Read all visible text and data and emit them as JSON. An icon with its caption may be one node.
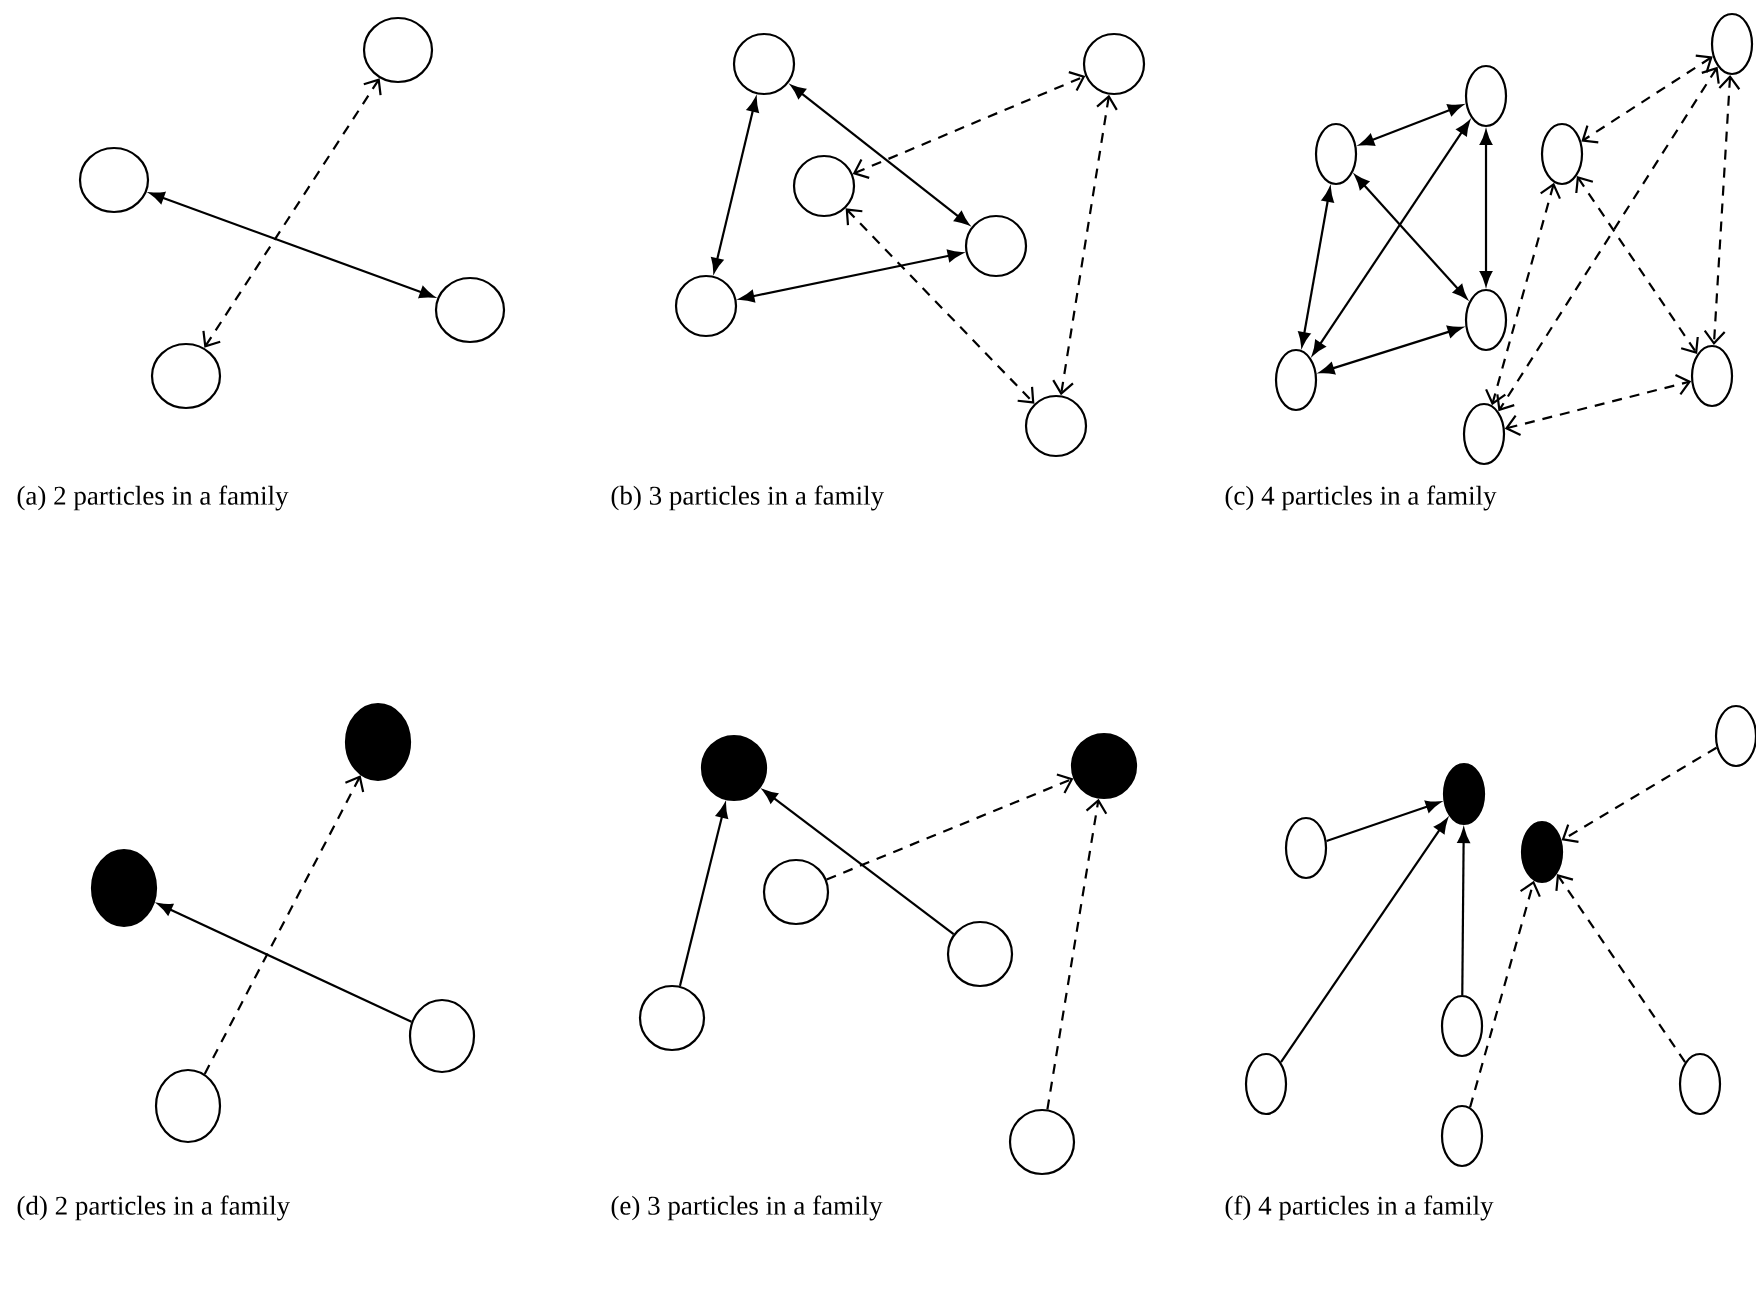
{
  "diagram": {
    "nodes": [
      {
        "text": [],
        "shape": "circle"
      },
      {
        "text": [],
        "shape": "circle"
      },
      {
        "text": [],
        "shape": "circle"
      },
      {
        "text": [],
        "shape": "circle"
      },
      {
        "text": [],
        "shape": "circle"
      },
      {
        "text": [],
        "shape": "circle"
      },
      {
        "text": [],
        "shape": "circle"
      },
      {
        "text": [],
        "shape": "circle"
      },
      {
        "text": [],
        "shape": "circle"
      },
      {
        "text": [],
        "shape": "circle"
      },
      {
        "text": [],
        "shape": "circle"
      },
      {
        "text": [],
        "shape": "circle"
      },
      {
        "text": [],
        "shape": "circle"
      },
      {
        "text": [],
        "shape": "circle"
      },
      {
        "text": [],
        "shape": "circle"
      },
      {
        "text": [],
        "shape": "circle"
      },
      {
        "text": [],
        "shape": "circle"
      },
      {
        "text": [],
        "shape": "circle"
      },
      {
        "text": [],
        "shape": "disc"
      },
      {
        "text": [],
        "shape": "disc"
      },
      {
        "text": [],
        "shape": "circle"
      },
      {
        "text": [],
        "shape": "circle"
      },
      {
        "text": [],
        "shape": "disc"
      },
      {
        "text": [],
        "shape": "disc"
      },
      {
        "text": [],
        "shape": "circle"
      },
      {
        "text": [],
        "shape": "circle"
      },
      {
        "text": [],
        "shape": "circle"
      },
      {
        "text": [],
        "shape": "circle"
      },
      {
        "text": [],
        "shape": "circle"
      },
      {
        "text": [],
        "shape": "disc"
      },
      {
        "text": [],
        "shape": "circle"
      },
      {
        "text": [],
        "shape": "disc"
      },
      {
        "text": [],
        "shape": "circle"
      },
      {
        "text": [],
        "shape": "circle"
      },
      {
        "text": [],
        "shape": "circle"
      },
      {
        "text": [],
        "shape": "circle"
      }
    ],
    "edges": [
      {
        "from": 1,
        "to": 2,
        "arrow": "both"
      },
      {
        "from": 0,
        "to": 3,
        "arrow": "both",
        "style": "dashed"
      },
      {
        "from": 4,
        "to": 8,
        "arrow": "both"
      },
      {
        "from": 4,
        "to": 7,
        "arrow": "both"
      },
      {
        "from": 8,
        "to": 7,
        "arrow": "both"
      },
      {
        "from": 6,
        "to": 5,
        "arrow": "both",
        "style": "dashed"
      },
      {
        "from": 6,
        "to": 9,
        "arrow": "both",
        "style": "dashed"
      },
      {
        "from": 5,
        "to": 9,
        "arrow": "both",
        "style": "dashed"
      },
      {
        "from": 12,
        "to": 11,
        "arrow": "both"
      },
      {
        "from": 12,
        "to": 16,
        "arrow": "both"
      },
      {
        "from": 12,
        "to": 14,
        "arrow": "both"
      },
      {
        "from": 16,
        "to": 11,
        "arrow": "both"
      },
      {
        "from": 11,
        "to": 14,
        "arrow": "both"
      },
      {
        "from": 16,
        "to": 14,
        "arrow": "both"
      },
      {
        "from": 10,
        "to": 13,
        "arrow": "both",
        "style": "dashed"
      },
      {
        "from": 13,
        "to": 15,
        "arrow": "both",
        "style": "dashed"
      },
      {
        "from": 10,
        "to": 15,
        "arrow": "both",
        "style": "dashed"
      },
      {
        "from": 10,
        "to": 17,
        "arrow": "both",
        "style": "dashed"
      },
      {
        "from": 13,
        "to": 17,
        "arrow": "both",
        "style": "dashed"
      },
      {
        "from": 17,
        "to": 15,
        "arrow": "both",
        "style": "dashed"
      },
      {
        "from": 20,
        "to": 19,
        "arrow": "to"
      },
      {
        "from": 21,
        "to": 18,
        "arrow": "to",
        "style": "dashed"
      },
      {
        "from": 26,
        "to": 22,
        "arrow": "to"
      },
      {
        "from": 25,
        "to": 22,
        "arrow": "to"
      },
      {
        "from": 24,
        "to": 23,
        "arrow": "to",
        "style": "dashed"
      },
      {
        "from": 27,
        "to": 23,
        "arrow": "to",
        "style": "dashed"
      },
      {
        "from": 30,
        "to": 29,
        "arrow": "to"
      },
      {
        "from": 33,
        "to": 29,
        "arrow": "to"
      },
      {
        "from": 32,
        "to": 29,
        "arrow": "to"
      },
      {
        "from": 28,
        "to": 31,
        "arrow": "to",
        "style": "dashed"
      },
      {
        "from": 35,
        "to": 31,
        "arrow": "to",
        "style": "dashed"
      },
      {
        "from": 34,
        "to": 31,
        "arrow": "to",
        "style": "dashed"
      }
    ],
    "labels": [
      "(a) 2 particles in a family",
      "(b) 3 particles in a family",
      "(c) 4 particles in a family",
      "(d) 2 particles in a family",
      "(e) 3 particles in a family",
      "(f) 4 particles in a family"
    ]
  }
}
